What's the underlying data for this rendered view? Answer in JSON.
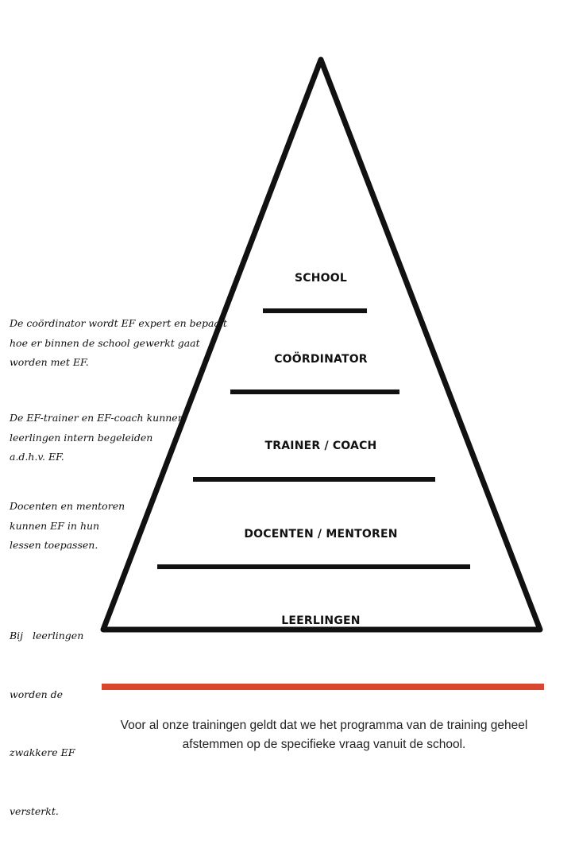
{
  "pyramid": {
    "levels": [
      {
        "label": "SCHOOL"
      },
      {
        "label": "COÖRDINATOR"
      },
      {
        "label": "TRAINER / COACH"
      },
      {
        "label": "DOCENTEN / MENTOREN"
      },
      {
        "label": "LEERLINGEN"
      }
    ]
  },
  "notes": [
    {
      "lines": [
        "De coördinator wordt EF expert en bepaalt",
        "hoe er binnen de school gewerkt gaat",
        "worden met EF."
      ]
    },
    {
      "lines": [
        "De EF-trainer en EF-coach kunnen",
        "leerlingen intern begeleiden",
        "a.d.h.v. EF."
      ]
    },
    {
      "lines": [
        "Docenten en mentoren",
        "kunnen EF in hun",
        "lessen toepassen."
      ]
    },
    {
      "lines": [
        "Bij   leerlingen",
        "worden de",
        "zwakkere EF",
        "versterkt."
      ]
    }
  ],
  "footer": {
    "lines": [
      "Voor al onze trainingen geldt dat we het programma van de training geheel",
      "afstemmen op de specifieke vraag vanuit de school."
    ]
  },
  "colors": {
    "outline": "#111111",
    "accent_rule": "#d9452f"
  }
}
